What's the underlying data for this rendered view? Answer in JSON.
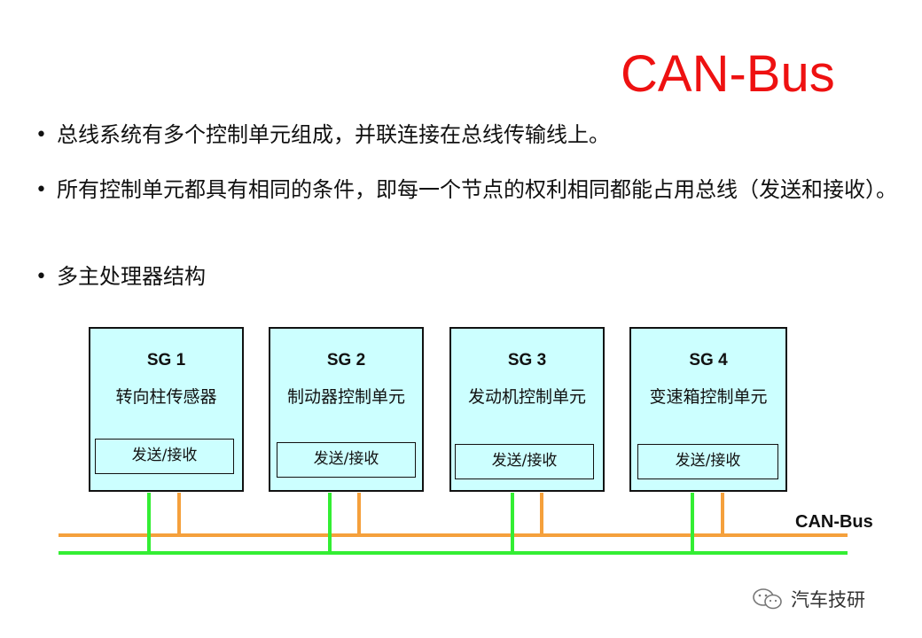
{
  "title": "CAN-Bus",
  "bullets": [
    "总线系统有多个控制单元组成，并联连接在总线传输线上。",
    "所有控制单元都具有相同的条件，即每一个节点的权利相同都能占用总线（发送和接收）。",
    "多主处理器结构"
  ],
  "bullet_symbol": "•",
  "control_units": [
    {
      "name": "SG 1",
      "description": "转向柱传感器",
      "tx_rx": "发送/接收"
    },
    {
      "name": "SG 2",
      "description": "制动器控制单元",
      "tx_rx": "发送/接收"
    },
    {
      "name": "SG 3",
      "description": "发动机控制单元",
      "tx_rx": "发送/接收"
    },
    {
      "name": "SG 4",
      "description": "变速箱控制单元",
      "tx_rx": "发送/接收"
    }
  ],
  "bus_label": "CAN-Bus",
  "watermark": "汽车技研",
  "colors": {
    "title": "#ee1111",
    "unit_fill": "#ccffff",
    "can_high_line": "#f5a03c",
    "can_low_line": "#33ee33"
  }
}
